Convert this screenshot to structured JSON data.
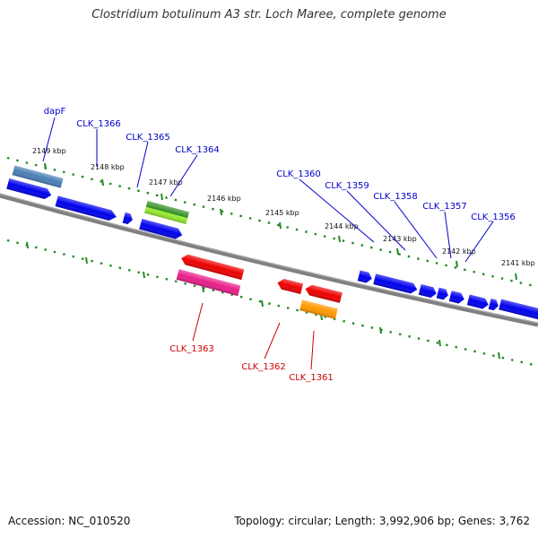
{
  "title": "Clostridium botulinum A3 str. Loch Maree, complete genome",
  "footer": {
    "accession": "Accession: NC_010520",
    "summary": "Topology: circular; Length: 3,992,906 bp; Genes: 3,762"
  },
  "colors": {
    "background": "#ffffff",
    "backbone": "#808080",
    "tick": "#228b22",
    "forward_label": "#0000cc",
    "reverse_label": "#cc0000",
    "blue": "#0000ee",
    "red": "#ee0000",
    "pink": "#e8208a",
    "orange": "#ff9900",
    "steelblue": "#4a7fb5",
    "green": "#2e8b1e",
    "lime": "#99ee33"
  },
  "ticks": [
    {
      "label": "2149 kbp"
    },
    {
      "label": "2148 kbp"
    },
    {
      "label": "2147 kbp"
    },
    {
      "label": "2146 kbp"
    },
    {
      "label": "2145 kbp"
    },
    {
      "label": "2144 kbp"
    },
    {
      "label": "2143 kbp"
    },
    {
      "label": "2142 kbp"
    },
    {
      "label": "2141 kbp"
    }
  ],
  "gene_labels": [
    {
      "name": "dapF",
      "strand": "forward"
    },
    {
      "name": "CLK_1366",
      "strand": "forward"
    },
    {
      "name": "CLK_1365",
      "strand": "forward"
    },
    {
      "name": "CLK_1364",
      "strand": "forward"
    },
    {
      "name": "CLK_1360",
      "strand": "forward"
    },
    {
      "name": "CLK_1359",
      "strand": "forward"
    },
    {
      "name": "CLK_1358",
      "strand": "forward"
    },
    {
      "name": "CLK_1357",
      "strand": "forward"
    },
    {
      "name": "CLK_1356",
      "strand": "forward"
    },
    {
      "name": "CLK_1363",
      "strand": "reverse"
    },
    {
      "name": "CLK_1362",
      "strand": "reverse"
    },
    {
      "name": "CLK_1361",
      "strand": "reverse"
    }
  ]
}
